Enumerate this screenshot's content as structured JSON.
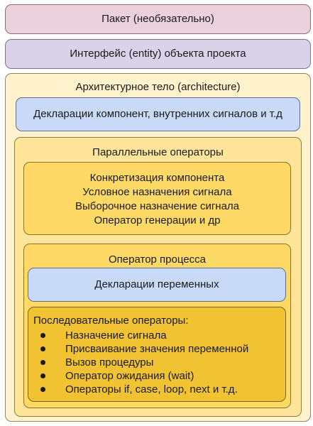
{
  "package": {
    "label": "Пакет (необязательно)",
    "color": "#ead1dc"
  },
  "entity": {
    "label": "Интерфейс (entity) объекта проекта",
    "color": "#d9d2e9"
  },
  "architecture": {
    "title": "Архитектурное тело (architecture)",
    "color": "#fff2cc",
    "declarations": {
      "label": "Декларации компонент, внутренних сигналов и т.д",
      "color": "#c9daf8"
    },
    "parallel": {
      "title": "Параллельные операторы",
      "color": "#ffe599",
      "concurrent_statements": {
        "color": "#ffd966",
        "items": [
          "Конкретизация компонента",
          "Условное назначения сигнала",
          "Выборочное назначение сигнала",
          "Оператор генерации и др"
        ]
      },
      "process": {
        "title": "Оператор процесса",
        "color": "#ffd966",
        "variables": {
          "label": "Декларации переменных",
          "color": "#c9daf8"
        },
        "sequential": {
          "title": "Последовательные операторы:",
          "color": "#f1c232",
          "items": [
            "Назначение сигнала",
            "Присваивание значения переменной",
            "Вызов процедуры",
            "Оператор ожидания (wait)",
            "Операторы if, case, loop, next и т.д."
          ]
        }
      }
    }
  }
}
